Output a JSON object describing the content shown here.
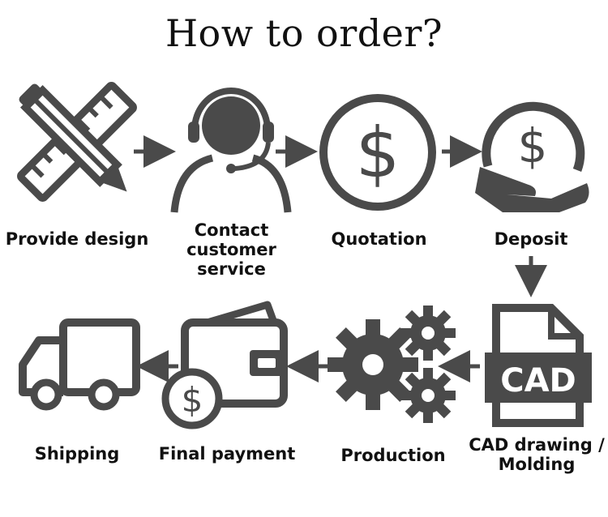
{
  "title": "How to order?",
  "steps": [
    {
      "label": "Provide design",
      "icon": "ruler-pencil-icon"
    },
    {
      "label": "Contact customer service",
      "icon": "headset-agent-icon"
    },
    {
      "label": "Quotation",
      "icon": "dollar-coin-icon"
    },
    {
      "label": "Deposit",
      "icon": "hand-coin-icon"
    },
    {
      "label": "CAD drawing / Molding",
      "icon": "cad-file-icon",
      "icon_text": "CAD"
    },
    {
      "label": "Production",
      "icon": "gears-icon"
    },
    {
      "label": "Final payment",
      "icon": "wallet-coin-icon"
    },
    {
      "label": "Shipping",
      "icon": "truck-icon"
    }
  ],
  "colors": {
    "icon": "#4a4a4a",
    "text": "#111111"
  }
}
